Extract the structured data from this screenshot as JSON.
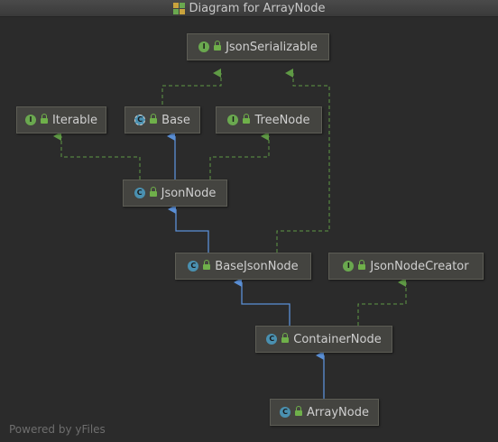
{
  "window": {
    "title": "Diagram for ArrayNode"
  },
  "nodes": {
    "json_serializable": {
      "label": "JsonSerializable",
      "kind": "interface",
      "kind_letter": "I"
    },
    "iterable": {
      "label": "Iterable",
      "kind": "interface",
      "kind_letter": "I"
    },
    "base": {
      "label": "Base",
      "kind": "abstract-class",
      "kind_letter": "C"
    },
    "tree_node": {
      "label": "TreeNode",
      "kind": "interface",
      "kind_letter": "I"
    },
    "json_node": {
      "label": "JsonNode",
      "kind": "class",
      "kind_letter": "C"
    },
    "base_json_node": {
      "label": "BaseJsonNode",
      "kind": "class",
      "kind_letter": "C"
    },
    "json_node_creator": {
      "label": "JsonNodeCreator",
      "kind": "interface",
      "kind_letter": "I"
    },
    "container_node": {
      "label": "ContainerNode",
      "kind": "class",
      "kind_letter": "C"
    },
    "array_node": {
      "label": "ArrayNode",
      "kind": "class",
      "kind_letter": "C"
    }
  },
  "edges": [
    {
      "from": "base",
      "to": "json_serializable",
      "type": "implements"
    },
    {
      "from": "json_node",
      "to": "iterable",
      "type": "implements"
    },
    {
      "from": "json_node",
      "to": "base",
      "type": "extends"
    },
    {
      "from": "json_node",
      "to": "tree_node",
      "type": "implements"
    },
    {
      "from": "base_json_node",
      "to": "json_node",
      "type": "extends"
    },
    {
      "from": "base_json_node",
      "to": "json_serializable",
      "type": "implements"
    },
    {
      "from": "container_node",
      "to": "base_json_node",
      "type": "extends"
    },
    {
      "from": "container_node",
      "to": "json_node_creator",
      "type": "implements"
    },
    {
      "from": "array_node",
      "to": "container_node",
      "type": "extends"
    }
  ],
  "colors": {
    "extends": "#5a8fd6",
    "implements": "#5f9a45",
    "background": "#2b2b2b"
  },
  "footer": {
    "text": "Powered by yFiles"
  }
}
